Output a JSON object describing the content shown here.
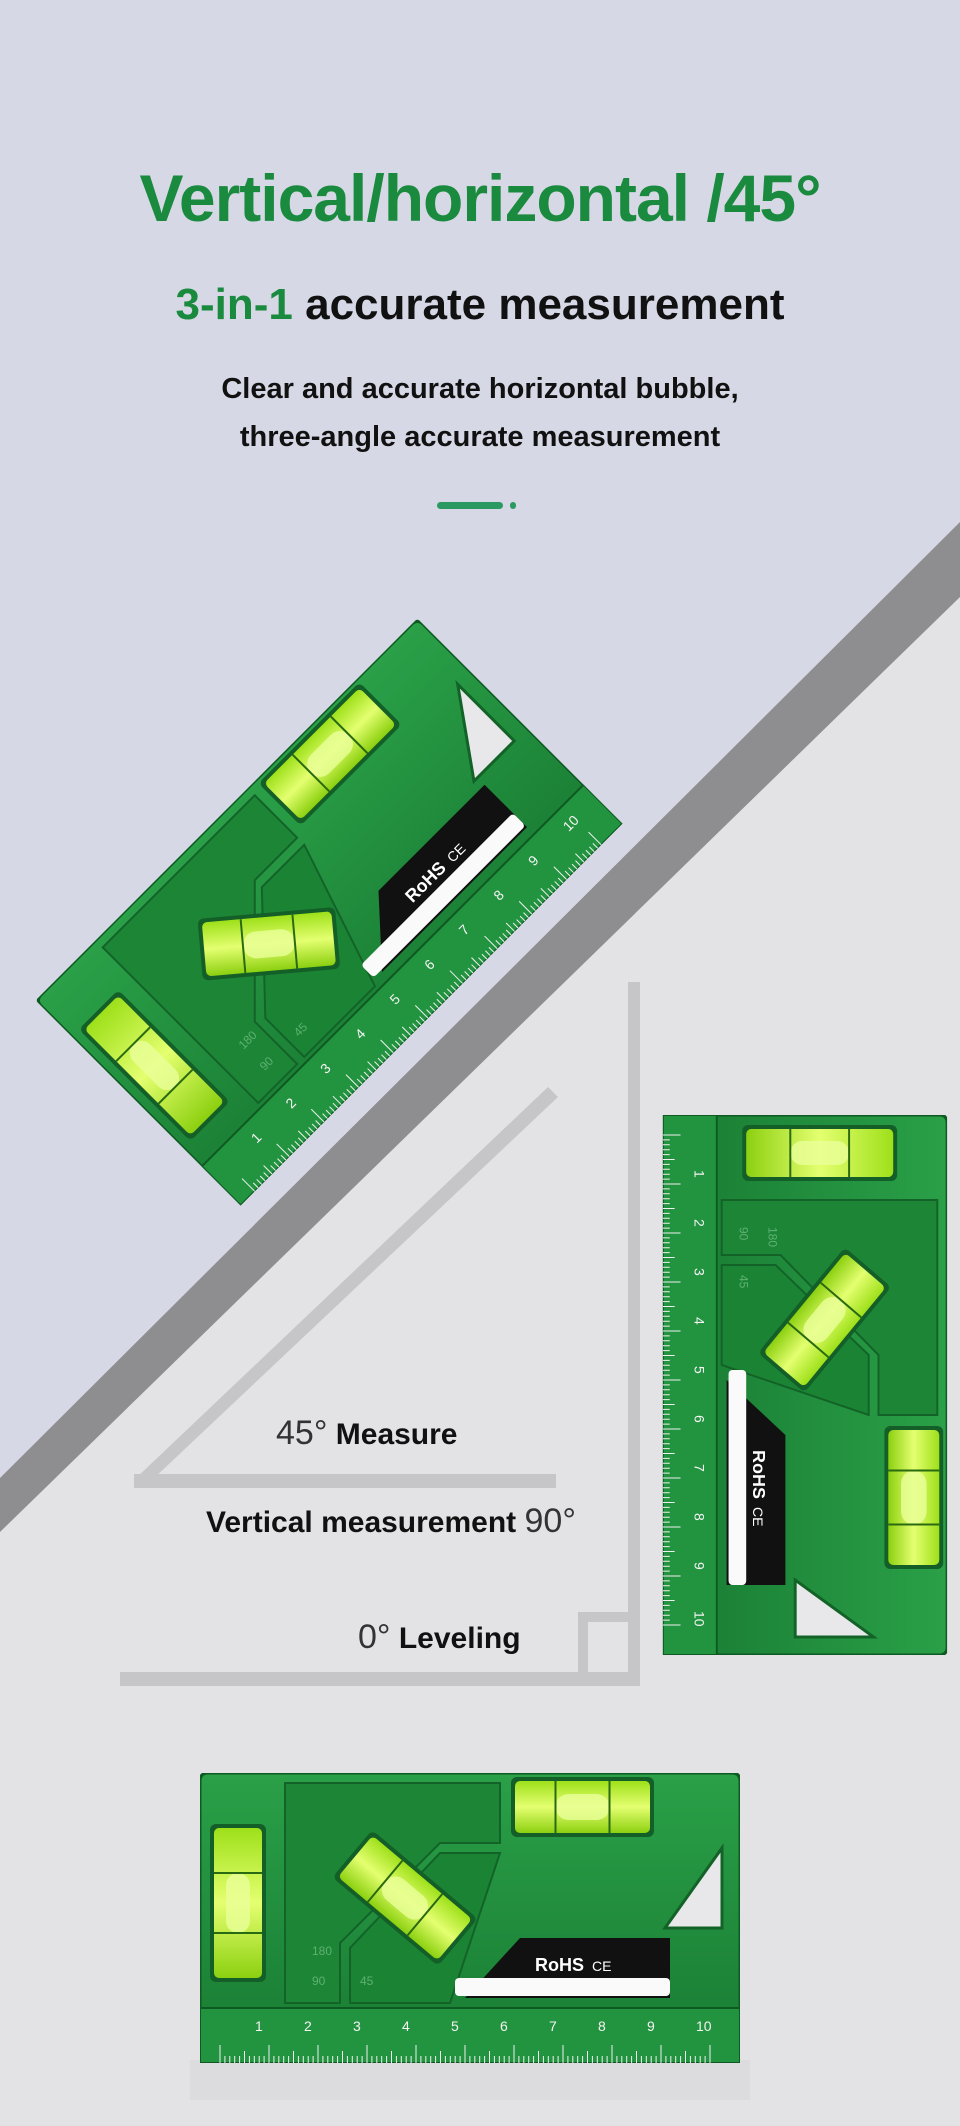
{
  "header": {
    "title": "Vertical/horizontal /45°",
    "subtitle_highlight": "3-in-1",
    "subtitle_rest": "accurate measurement",
    "description_line1": "Clear and accurate horizontal bubble,",
    "description_line2": "three-angle accurate measurement"
  },
  "angles": {
    "a45_value": "45°",
    "a45_label": "Measure",
    "a90_label": "Vertical measurement",
    "a90_value": "90°",
    "a0_value": "0°",
    "a0_label": "Leveling"
  },
  "level": {
    "brand_mark": "RoHS",
    "cert_mark": "CE",
    "ruler_numbers": [
      "1",
      "2",
      "3",
      "4",
      "5",
      "6",
      "7",
      "8",
      "9",
      "10"
    ],
    "protractor_labels": [
      "180",
      "90",
      "45"
    ]
  },
  "colors": {
    "accent": "#1a8a3e",
    "body_green": "#1f8d3b",
    "vial": "#c9f23a"
  }
}
